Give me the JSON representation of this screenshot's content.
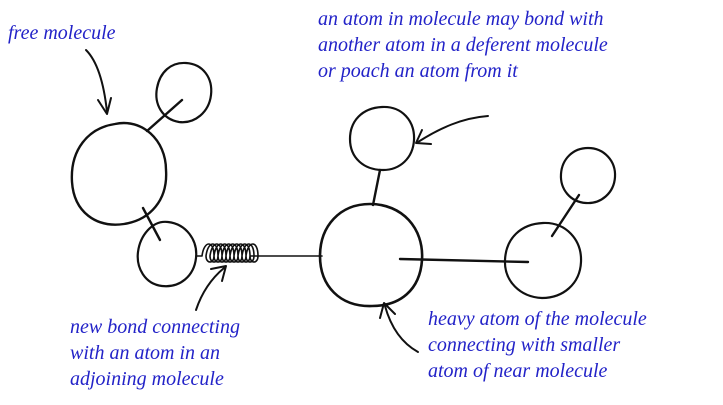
{
  "annotations": {
    "free_molecule": "free molecule",
    "poach_note": "an atom in molecule may bond with\nanother atom in a deferent molecule\nor poach an atom from it",
    "new_bond": "new bond connecting\nwith an atom in an\nadjoining molecule",
    "heavy_atom": "heavy atom of the molecule\nconnecting with smaller\natom of near molecule"
  },
  "colors": {
    "annotation_text": "#2323c8",
    "ink": "#111111"
  }
}
